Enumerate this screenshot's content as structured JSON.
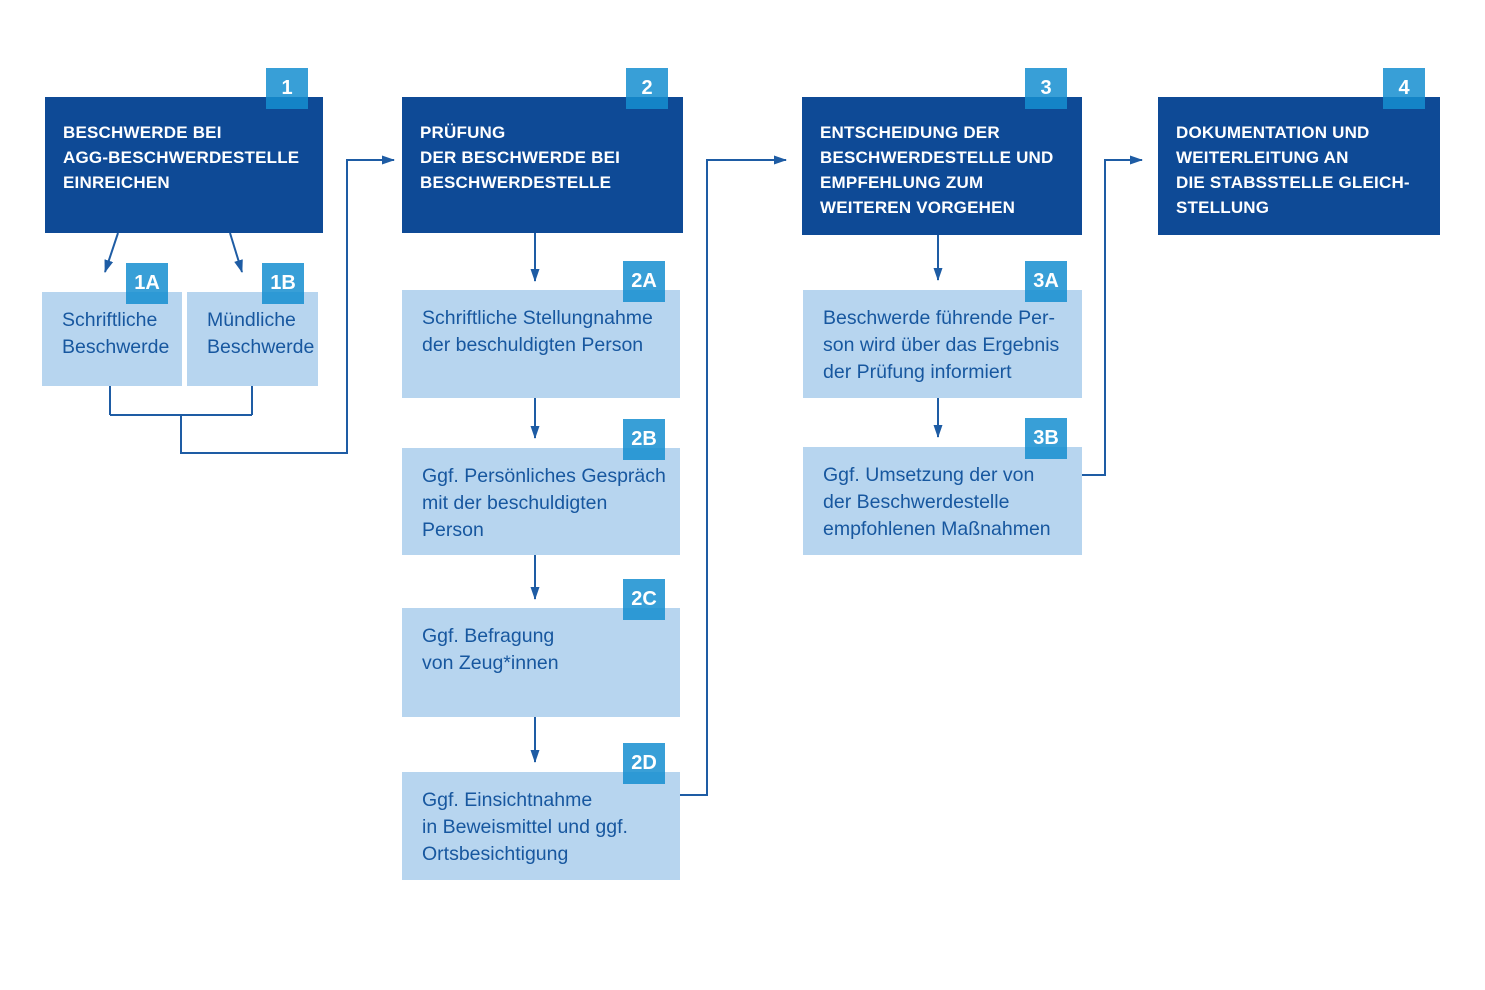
{
  "page": {
    "type": "flowchart",
    "language": "de",
    "background": "#ffffff"
  },
  "colors": {
    "main_box_blue": "#0e4a96",
    "sub_box_light_blue": "#b7d5ef",
    "badge_blue": "#389fd7",
    "connector_blue": "#1e5ca4",
    "sub_text_blue": "#17579f",
    "main_text_white": "#ffffff"
  },
  "steps": {
    "step1": {
      "badge": "1",
      "title": "BESCHWERDE BEI\nAGG-BESCHWERDESTELLE\nEINREICHEN"
    },
    "step1a": {
      "badge": "1A",
      "text": "Schriftliche\nBeschwerde"
    },
    "step1b": {
      "badge": "1B",
      "text": "Mündliche\nBeschwerde"
    },
    "step2": {
      "badge": "2",
      "title": "PRÜFUNG\nDER BESCHWERDE BEI\nBESCHWERDESTELLE"
    },
    "step2a": {
      "badge": "2A",
      "text": "Schriftliche Stellungnahme\nder beschuldigten Person"
    },
    "step2b": {
      "badge": "2B",
      "text": "Ggf. Persönliches Gespräch\nmit der beschuldigten\nPerson"
    },
    "step2c": {
      "badge": "2C",
      "text": "Ggf. Befragung\nvon Zeug*innen"
    },
    "step2d": {
      "badge": "2D",
      "text": "Ggf. Einsichtnahme\nin Beweismittel und ggf.\nOrtsbesichtigung"
    },
    "step3": {
      "badge": "3",
      "title": "ENTSCHEIDUNG DER\nBESCHWERDESTELLE UND\nEMPFEHLUNG ZUM\nWEITEREN VORGEHEN"
    },
    "step3a": {
      "badge": "3A",
      "text": "Beschwerde führende Per-\nson wird über das Ergebnis\nder Prüfung informiert"
    },
    "step3b": {
      "badge": "3B",
      "text": "Ggf. Umsetzung der von\nder Beschwerdestelle\nempfohlenen Maßnahmen"
    },
    "step4": {
      "badge": "4",
      "title": "DOKUMENTATION UND\nWEITERLEITUNG AN\nDIE STABSSTELLE GLEICH-\nSTELLUNG"
    }
  }
}
